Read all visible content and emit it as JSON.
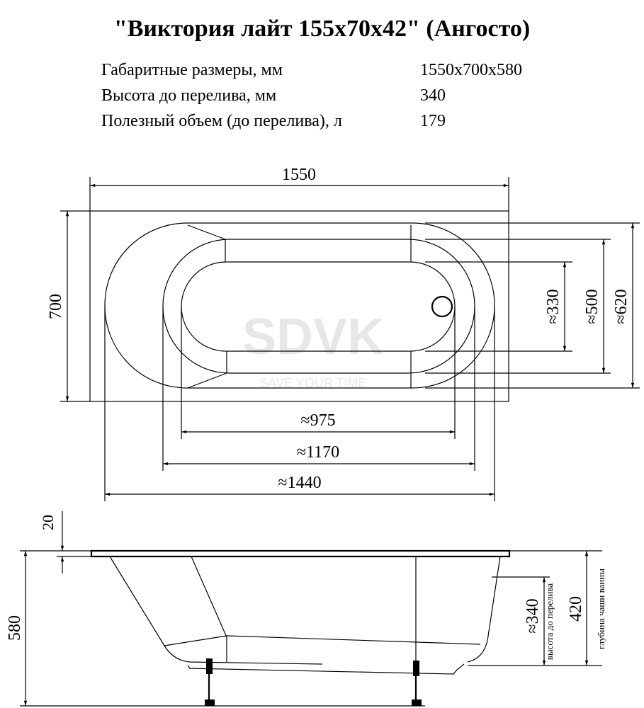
{
  "title": "\"Виктория лайт 155х70х42\" (Ангосто)",
  "specs": [
    {
      "label": "Габаритные размеры, мм",
      "value": "1550х700х580"
    },
    {
      "label": "Высота до перелива, мм",
      "value": "340"
    },
    {
      "label": "Полезный объем (до перелива), л",
      "value": "179"
    }
  ],
  "top_view": {
    "length": "1550",
    "width": "700",
    "inner_330": "≈330",
    "inner_500": "≈500",
    "inner_620": "≈620",
    "len_975": "≈975",
    "len_1170": "≈1170",
    "len_1440": "≈1440"
  },
  "side_view": {
    "rim": "20",
    "height": "580",
    "overflow": "≈340",
    "overflow_label": "высота до перелива",
    "depth": "420",
    "depth_label": "глубина чаши ванны"
  },
  "watermark": {
    "brand": "SDVK",
    "slogan": "SAVE YOUR TIME"
  }
}
